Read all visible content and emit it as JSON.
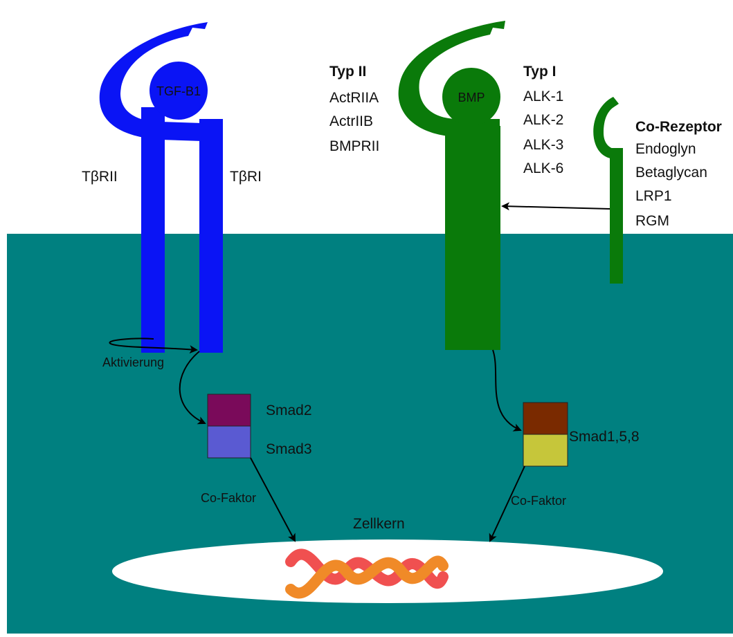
{
  "colors": {
    "background": "#ffffff",
    "cytoplasm": "#008080",
    "tgf_receptor": "#0a14f5",
    "bmp_receptor": "#0a7a0a",
    "co_receptor": "#0a7a0a",
    "smad2": "#7a0a5a",
    "smad3": "#5a5ad2",
    "smad158_top": "#7a2a00",
    "smad158_bottom": "#c6c63a",
    "nucleus": "#ffffff",
    "dna_strand_a": "#f05050",
    "dna_strand_b": "#f08a28"
  },
  "labels": {
    "tgf_ligand": "TGF-B1",
    "tbrii": "TβRII",
    "tbri": "TβRI",
    "bmp_ligand": "BMP",
    "typ2_title": "Typ II",
    "typ2_items": [
      "ActRIIA",
      "ActrIIB",
      "BMPRII"
    ],
    "typ1_title": "Typ I",
    "typ1_items": [
      "ALK-1",
      "ALK-2",
      "ALK-3",
      "ALK-6"
    ],
    "coreceptor_title": "Co-Rezeptor",
    "coreceptor_items": [
      "Endoglyn",
      "Betaglycan",
      "LRP1",
      "RGM"
    ],
    "aktivierung": "Aktivierung",
    "smad2": "Smad2",
    "smad3": "Smad3",
    "smad158": "Smad1,5,8",
    "cofaktor_left": "Co-Faktor",
    "cofaktor_right": "Co-Faktor",
    "zellkern": "Zellkern"
  },
  "icons": {
    "dna": "dna-double-helix-icon"
  }
}
